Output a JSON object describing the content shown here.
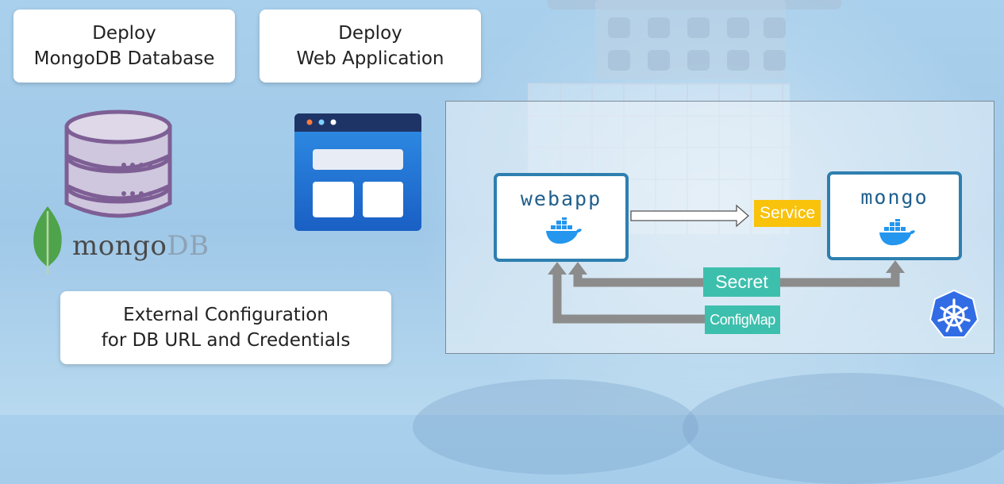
{
  "labels": {
    "deploy_db": [
      "Deploy",
      "MongoDB Database"
    ],
    "deploy_web": [
      "Deploy",
      "Web Application"
    ],
    "external_config": [
      "External Configuration",
      "for DB URL and Credentials"
    ]
  },
  "logo": {
    "mongo_text": "mongo",
    "db_text": "DB"
  },
  "cluster": {
    "pods": {
      "webapp": "webapp",
      "mongo": "mongo"
    },
    "service_label": "Service",
    "secret_label": "Secret",
    "configmap_label": "ConfigMap"
  },
  "colors": {
    "pod_border": "#2e7fb0",
    "service": "#f9c20b",
    "secret": "#3dbfad",
    "configmap": "#3dbfad",
    "arrow_gray": "#8c8c8c",
    "kubernetes": "#326ce5",
    "mongo_leaf": "#4fa34b",
    "db_icon_fill": "#cfc7dd",
    "db_icon_stroke": "#7e5f95"
  },
  "icons": [
    "database-icon",
    "mongodb-leaf-icon",
    "web-application-icon",
    "docker-whale-icon",
    "kubernetes-helm-icon"
  ]
}
